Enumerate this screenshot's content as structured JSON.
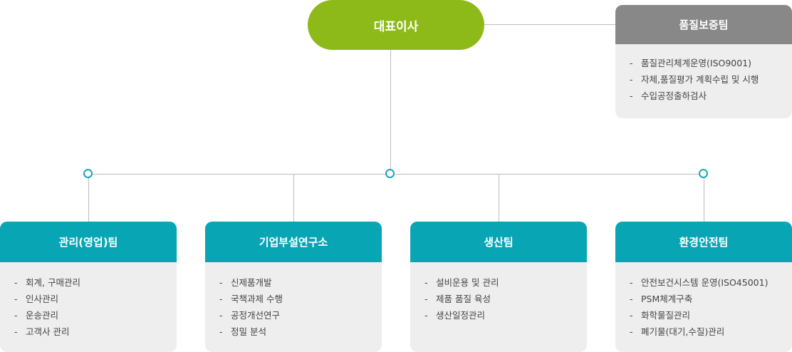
{
  "ceo": {
    "label": "대표이사"
  },
  "qa_team": {
    "title": "품질보증팀",
    "items": [
      "품질관리체계운영(ISO9001)",
      "자체,품질평가 계획수립 및 시행",
      "수입공정출하검사"
    ]
  },
  "departments": [
    {
      "title": "관리(영업)팀",
      "items": [
        "회계, 구매관리",
        "인사관리",
        "운송관리",
        "고객사 관리"
      ]
    },
    {
      "title": "기업부설연구소",
      "items": [
        "신제품개발",
        "국책과제 수행",
        "공정개선연구",
        "정밀 분석"
      ]
    },
    {
      "title": "생산팀",
      "items": [
        "설비운용 및 관리",
        "제품 품질 육성",
        "생산일정관리"
      ]
    },
    {
      "title": "환경안전팀",
      "items": [
        "안전보건시스템 운영(ISO45001)",
        "PSM체계구축",
        "화학물질관리",
        "폐기물(대기,수질)관리"
      ]
    }
  ],
  "colors": {
    "ceo": "#8dba18",
    "department_header": "#08a5b5",
    "qa_header": "#888888",
    "box_body": "#eeeeee",
    "connector": "#bdbdbd"
  }
}
